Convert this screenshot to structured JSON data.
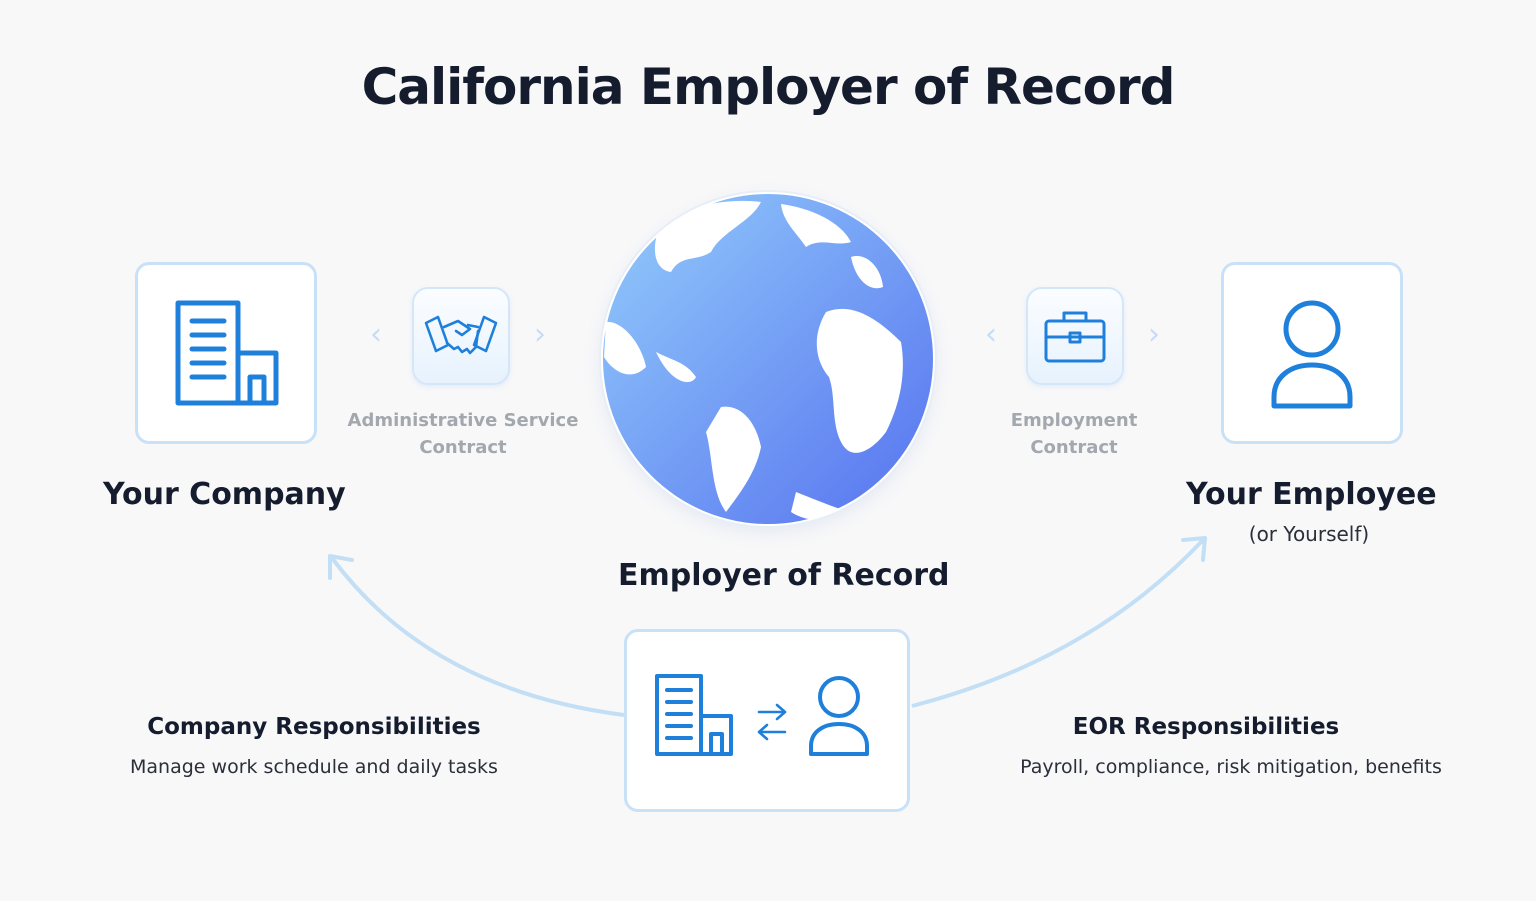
{
  "title": "California Employer of Record",
  "company": {
    "label": "Your Company",
    "icon": "building-icon"
  },
  "employee": {
    "label": "Your Employee",
    "sublabel": "(or Yourself)",
    "icon": "person-icon"
  },
  "eor": {
    "label": "Employer of Record",
    "icon": "globe-icon"
  },
  "contracts": {
    "admin": {
      "line1": "Administrative Service",
      "line2": "Contract",
      "icon": "handshake-icon"
    },
    "employment": {
      "line1": "Employment",
      "line2": "Contract",
      "icon": "briefcase-icon"
    }
  },
  "responsibilities": {
    "company": {
      "title": "Company Responsibilities",
      "text": "Manage work schedule and daily tasks"
    },
    "eor": {
      "title": "EOR Responsibilities",
      "text": "Payroll, compliance, risk mitigation, benefits"
    }
  },
  "colors": {
    "accent": "#1f80dc",
    "card_border": "#c9e1f7",
    "globe_light": "#8cc4f8",
    "globe_dark": "#5a7cf0"
  }
}
